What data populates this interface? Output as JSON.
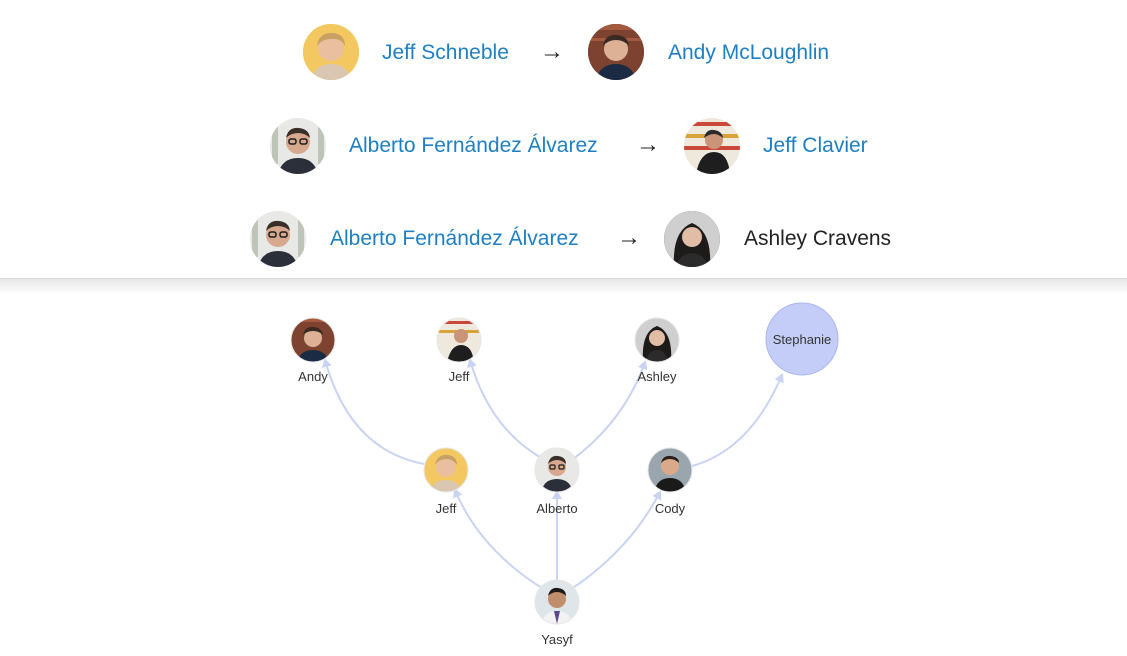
{
  "introductions": [
    {
      "from": "Jeff Schneble",
      "to": "Andy McLoughlin",
      "to_linked": true
    },
    {
      "from": "Alberto Fernández Álvarez",
      "to": "Jeff Clavier",
      "to_linked": true
    },
    {
      "from": "Alberto Fernández Álvarez",
      "to": "Ashley Cravens",
      "to_linked": false
    }
  ],
  "arrow_symbol": "→",
  "graph": {
    "nodes": [
      {
        "id": "andy",
        "label": "Andy",
        "avatar": "photo-andy"
      },
      {
        "id": "jeff-clavier",
        "label": "Jeff",
        "avatar": "photo-jeff-clavier"
      },
      {
        "id": "ashley",
        "label": "Ashley",
        "avatar": "photo-ashley"
      },
      {
        "id": "stephanie",
        "label": "Stephanie",
        "avatar": "placeholder-circle"
      },
      {
        "id": "jeff-schneble",
        "label": "Jeff",
        "avatar": "photo-jeff-schneble"
      },
      {
        "id": "alberto",
        "label": "Alberto",
        "avatar": "photo-alberto"
      },
      {
        "id": "cody",
        "label": "Cody",
        "avatar": "photo-cody"
      },
      {
        "id": "yasyf",
        "label": "Yasyf",
        "avatar": "photo-yasyf"
      }
    ],
    "edges": [
      {
        "from": "yasyf",
        "to": "jeff-schneble"
      },
      {
        "from": "yasyf",
        "to": "alberto"
      },
      {
        "from": "yasyf",
        "to": "cody"
      },
      {
        "from": "jeff-schneble",
        "to": "andy"
      },
      {
        "from": "alberto",
        "to": "jeff-clavier"
      },
      {
        "from": "alberto",
        "to": "ashley"
      },
      {
        "from": "cody",
        "to": "stephanie"
      }
    ]
  },
  "colors": {
    "link_name": "#1e7fc4",
    "plain_name": "#222222",
    "edge": "#c9d4f2",
    "placeholder_fill": "#c3cdf7",
    "placeholder_stroke": "#aab7f0"
  }
}
